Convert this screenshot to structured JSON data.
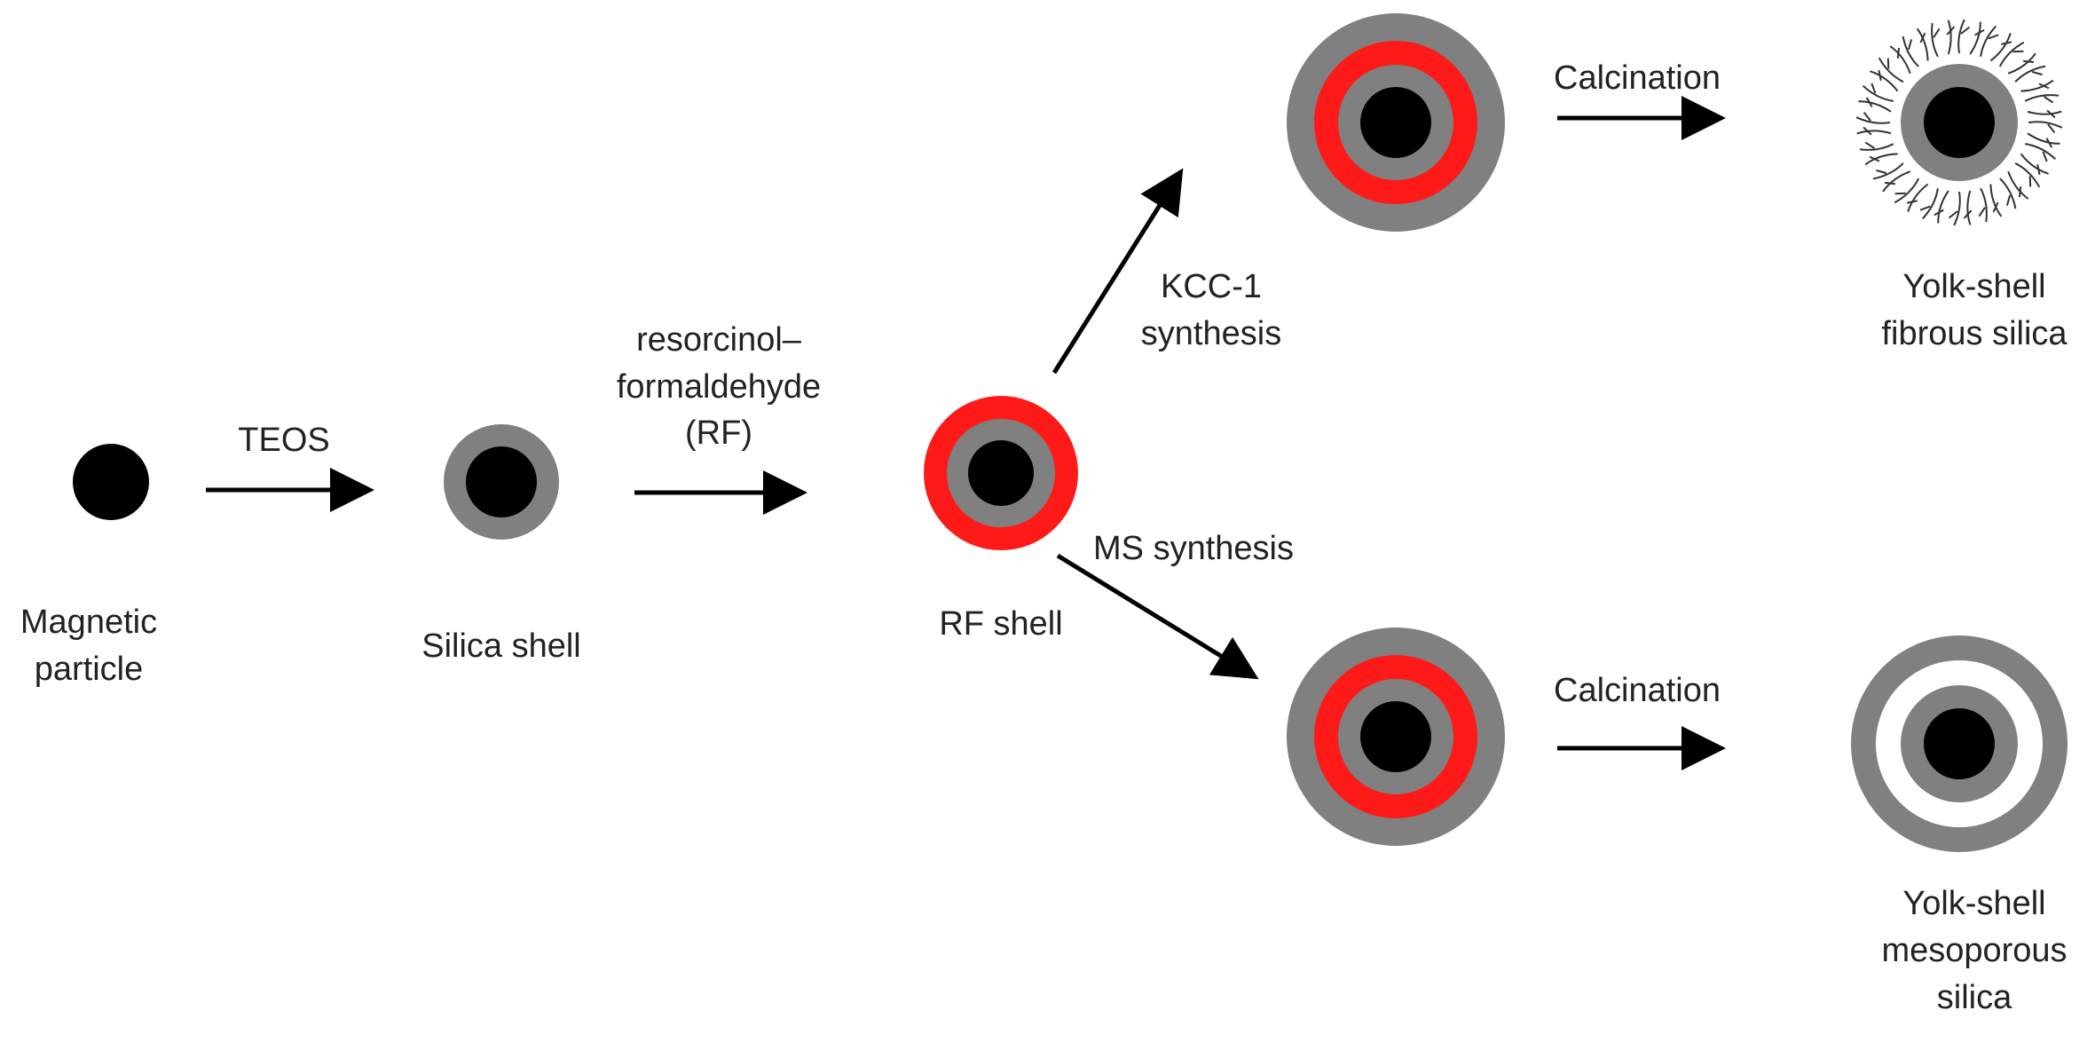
{
  "colors": {
    "core": "#000000",
    "silica": "#808080",
    "rf": "#ff1a1a",
    "void": "#ffffff",
    "arrow": "#000000",
    "text": "#222222",
    "fiber": "#333333"
  },
  "steps": {
    "magnetic": {
      "line1": "Magnetic",
      "line2": "particle"
    },
    "silica": {
      "label": "Silica shell"
    },
    "rf": {
      "label": "RF shell"
    },
    "kcc_intermediate": {},
    "ms_intermediate": {},
    "fibrous": {
      "line1": "Yolk-shell",
      "line2": "fibrous silica"
    },
    "mesoporous": {
      "line1": "Yolk-shell",
      "line2": "mesoporous",
      "line3": "silica"
    }
  },
  "arrows": {
    "teos": "TEOS",
    "rf": {
      "line1": "resorcinol–",
      "line2": "formaldehyde",
      "line3": "(RF)"
    },
    "kcc": {
      "line1": "KCC-1",
      "line2": "synthesis"
    },
    "ms": "MS synthesis",
    "calcination_top": "Calcination",
    "calcination_bottom": "Calcination"
  }
}
